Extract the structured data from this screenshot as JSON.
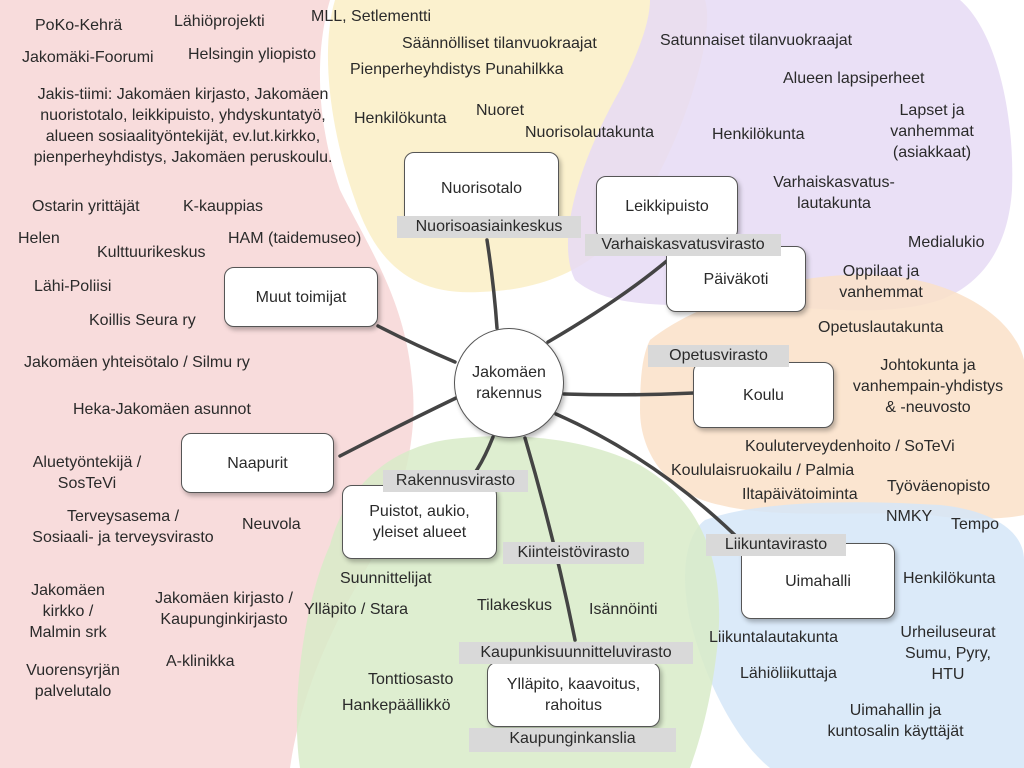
{
  "colors": {
    "red_region": "#f7d6d6",
    "yellow_region": "#faefc6",
    "purple_region": "#e6daf4",
    "orange_region": "#fae0c8",
    "blue_region": "#d5e6f8",
    "green_region": "#d8ebc8",
    "tag_gray": "#d9d9d9",
    "connector": "#444444"
  },
  "center": {
    "label": "Jakomäen\nrakennus"
  },
  "nodes": {
    "nuorisotalo": "Nuorisotalo",
    "leikkipuisto": "Leikkipuisto",
    "paivakoti": "Päiväkoti",
    "koulu": "Koulu",
    "uimahalli": "Uimahalli",
    "yllapito": "Ylläpito, kaavoitus,\nrahoitus",
    "puistot": "Puistot, aukio,\nyleiset alueet",
    "naapurit": "Naapurit",
    "muut_toimijat": "Muut toimijat"
  },
  "tags": {
    "nuorisoasiainkeskus": "Nuorisoasiainkeskus",
    "varhaiskasvatusvirasto": "Varhaiskasvatusvirasto",
    "opetusvirasto": "Opetusvirasto",
    "liikuntavirasto": "Liikuntavirasto",
    "kaupunkisuunnitteluvirasto": "Kaupunkisuunnitteluvirasto",
    "kaupunginkanslia": "Kaupunginkanslia",
    "kiinteistovirasto": "Kiinteistövirasto",
    "rakennusvirasto": "Rakennusvirasto"
  },
  "labels": {
    "poko_kehra": "PoKo-Kehrä",
    "lahiprojekti": "Lähiöprojekti",
    "mll": "MLL, Setlementti",
    "jakomaki_foorumi": "Jakomäki-Foorumi",
    "helsingin_yliopisto": "Helsingin yliopisto",
    "jakis_tiimi": "Jakis-tiimi: Jakomäen kirjasto, Jakomäen\nnuoristotalo, leikkipuisto, yhdyskuntatyö,\nalueen sosiaalityöntekijät, ev.lut.kirkko,\npienperheyhdistys, Jakomäen peruskoulu.",
    "saannolliset": "Säännölliset tilanvuokraajat",
    "pienperheyhdistys": "Pienperheyhdistys Punahilkka",
    "satunnaiset": "Satunnaiset tilanvuokraajat",
    "alueen_lapsiperheet": "Alueen lapsiperheet",
    "henkilokunta_nuoriso": "Henkilökunta",
    "nuoret": "Nuoret",
    "nuorisolautakunta": "Nuorisolautakunta",
    "henkilokunta_leikki": "Henkilökunta",
    "lapset_vanhemmat": "Lapset ja\nvanhemmat\n(asiakkaat)",
    "varhaiskasvatuslautakunta": "Varhaiskasvatus-\nlautakunta",
    "ostarin_yrittajat": "Ostarin yrittäjät",
    "k_kauppias": "K-kauppias",
    "helen": "Helen",
    "kulttuurikeskus": "Kulttuurikeskus",
    "ham": "HAM (taidemuseo)",
    "medialukio": "Medialukio",
    "lahi_poliisi": "Lähi-Poliisi",
    "oppilaat_vanhemmat": "Oppilaat ja\nvanhemmat",
    "koillis_seura": "Koillis Seura ry",
    "opetuslautakunta": "Opetuslautakunta",
    "yhteisotalo": "Jakomäen yhteisötalo / Silmu ry",
    "johtokunta": "Johtokunta ja\nvanhempain-yhdistys\n& -neuvosto",
    "heka": "Heka-Jakomäen asunnot",
    "kouluterveydenhoito": "Kouluterveydenhoito / SoTeVi",
    "aluetyontekija": "Aluetyöntekijä /\nSosTeVi",
    "koululaisruokailu": "Koululaisruokailu / Palmia",
    "iltapaivatoiminta": "Iltapäivätoiminta",
    "tyovaenopisto": "Työväenopisto",
    "terveysasema": "Terveysasema /\nSosiaali- ja terveysvirasto",
    "neuvola": "Neuvola",
    "nmky": "NMKY",
    "tempo": "Tempo",
    "suunnittelijat": "Suunnittelijat",
    "henkilokunta_uima": "Henkilökunta",
    "jakomaen_kirkko": "Jakomäen\nkirkko /\nMalmin srk",
    "jakomaen_kirjasto": "Jakomäen kirjasto /\nKaupunginkirjasto",
    "yllapito_stara": "Ylläpito / Stara",
    "tilakeskus": "Tilakeskus",
    "isannointi": "Isännöinti",
    "liikuntalautakunta": "Liikuntalautakunta",
    "urheiluseurat": "Urheiluseurat\nSumu, Pyry,\nHTU",
    "vuorensyrjan": "Vuorensyrjän\npalvelutalo",
    "a_klinikka": "A-klinikka",
    "lahioliikuttaja": "Lähiöliikuttaja",
    "tonttiosasto": "Tonttiosasto",
    "hankepaallikko": "Hankepäällikkö",
    "uimahallin_kayttajat": "Uimahallin ja\nkuntosalin käyttäjät"
  }
}
